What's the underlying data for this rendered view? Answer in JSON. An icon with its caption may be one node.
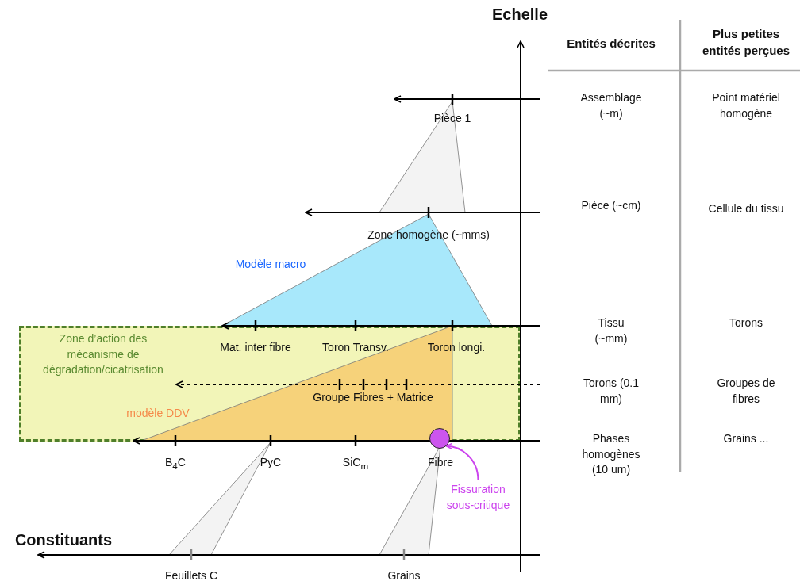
{
  "diagram": {
    "nodes": [
      {
        "text": [
          "Zone d’action des mécanisme de dégradation/cicatrisation"
        ]
      },
      {
        "text": [],
        "shape": "circle"
      },
      {
        "text": [
          "Fissuration sous-critique"
        ]
      }
    ],
    "edges": [
      {
        "from": 2,
        "to": 1,
        "arrow": "to"
      }
    ],
    "labels": [
      "Echelle",
      "Entités décrites",
      "Plus petites entités perçues",
      "Pièce 1",
      "Assemblage (~m)",
      "Point matériel homogène",
      "Pièce (~cm)",
      "Cellule du tissu",
      "Zone homogène (~mms)",
      "Modèle macro",
      "Mat. inter fibre",
      "Toron Transv.",
      "Toron longi.",
      "Tissu (~mm)",
      "Torons",
      "Groupe Fibres + Matrice",
      "Torons (0.1 mm)",
      "Groupes de fibres",
      "modèle DDV",
      "B$_{4}$C",
      "PyC",
      "SiC$_{m}$",
      "Fibre",
      "Phases homogènes (10 um)",
      "Grains ...",
      "Constituants",
      "Feuillets C",
      "Grains"
    ]
  }
}
